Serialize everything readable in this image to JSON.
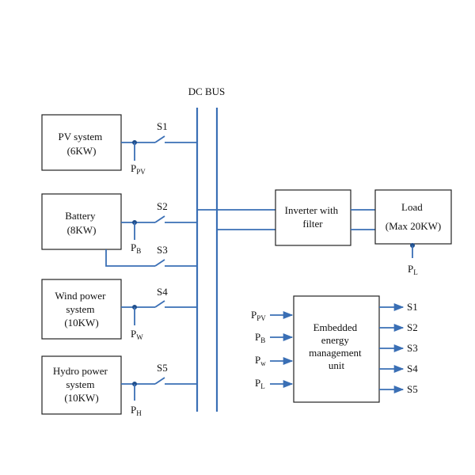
{
  "bus_label": "DC BUS",
  "sources": [
    {
      "id": "pv",
      "lines": [
        "PV system",
        "(6KW)"
      ],
      "switch": "S1",
      "p_main": "P",
      "p_sub": "PV"
    },
    {
      "id": "battery",
      "lines": [
        "Battery",
        "(8KW)"
      ],
      "switch": "S2",
      "p_main": "P",
      "p_sub": "B",
      "extra_switch": "S3"
    },
    {
      "id": "wind",
      "lines": [
        "Wind power",
        "system",
        "(10KW)"
      ],
      "switch": "S4",
      "p_main": "P",
      "p_sub": "W"
    },
    {
      "id": "hydro",
      "lines": [
        "Hydro power",
        "system",
        "(10KW)"
      ],
      "switch": "S5",
      "p_main": "P",
      "p_sub": "H"
    }
  ],
  "inverter": {
    "lines": [
      "Inverter with",
      "filter"
    ]
  },
  "load": {
    "lines": [
      "Load",
      "(Max 20KW)"
    ],
    "p_main": "P",
    "p_sub": "L"
  },
  "emu": {
    "lines": [
      "Embedded",
      "energy",
      "management",
      "unit"
    ],
    "inputs": [
      {
        "main": "P",
        "sub": "PV"
      },
      {
        "main": "P",
        "sub": "B"
      },
      {
        "main": "P",
        "sub": "w"
      },
      {
        "main": "P",
        "sub": "L"
      }
    ],
    "outputs": [
      "S1",
      "S2",
      "S3",
      "S4",
      "S5"
    ]
  },
  "colors": {
    "wire": "#3a6fb5",
    "box_stroke": "#222222"
  }
}
